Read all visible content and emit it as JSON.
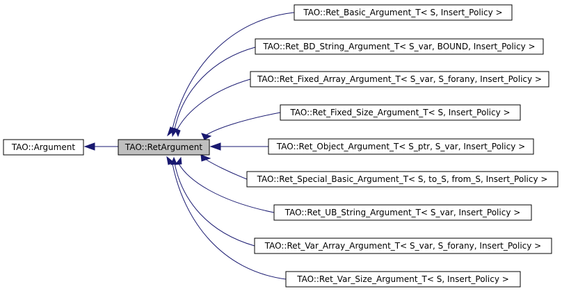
{
  "nodes": {
    "argument": "TAO::Argument",
    "ret_argument": "TAO::RetArgument",
    "ret_basic": "TAO::Ret_Basic_Argument_T< S, Insert_Policy >",
    "ret_bd_string": "TAO::Ret_BD_String_Argument_T< S_var, BOUND, Insert_Policy >",
    "ret_fixed_array": "TAO::Ret_Fixed_Array_Argument_T< S_var, S_forany, Insert_Policy >",
    "ret_fixed_size": "TAO::Ret_Fixed_Size_Argument_T< S, Insert_Policy >",
    "ret_object": "TAO::Ret_Object_Argument_T< S_ptr, S_var, Insert_Policy >",
    "ret_special_basic": "TAO::Ret_Special_Basic_Argument_T< S, to_S, from_S, Insert_Policy >",
    "ret_ub_string": "TAO::Ret_UB_String_Argument_T< S_var, Insert_Policy >",
    "ret_var_array": "TAO::Ret_Var_Array_Argument_T< S_var, S_forany, Insert_Policy >",
    "ret_var_size": "TAO::Ret_Var_Size_Argument_T< S, Insert_Policy >"
  },
  "colors": {
    "edge": "#191970",
    "highlight_fill": "#bfbfbf",
    "node_fill": "#ffffff"
  }
}
